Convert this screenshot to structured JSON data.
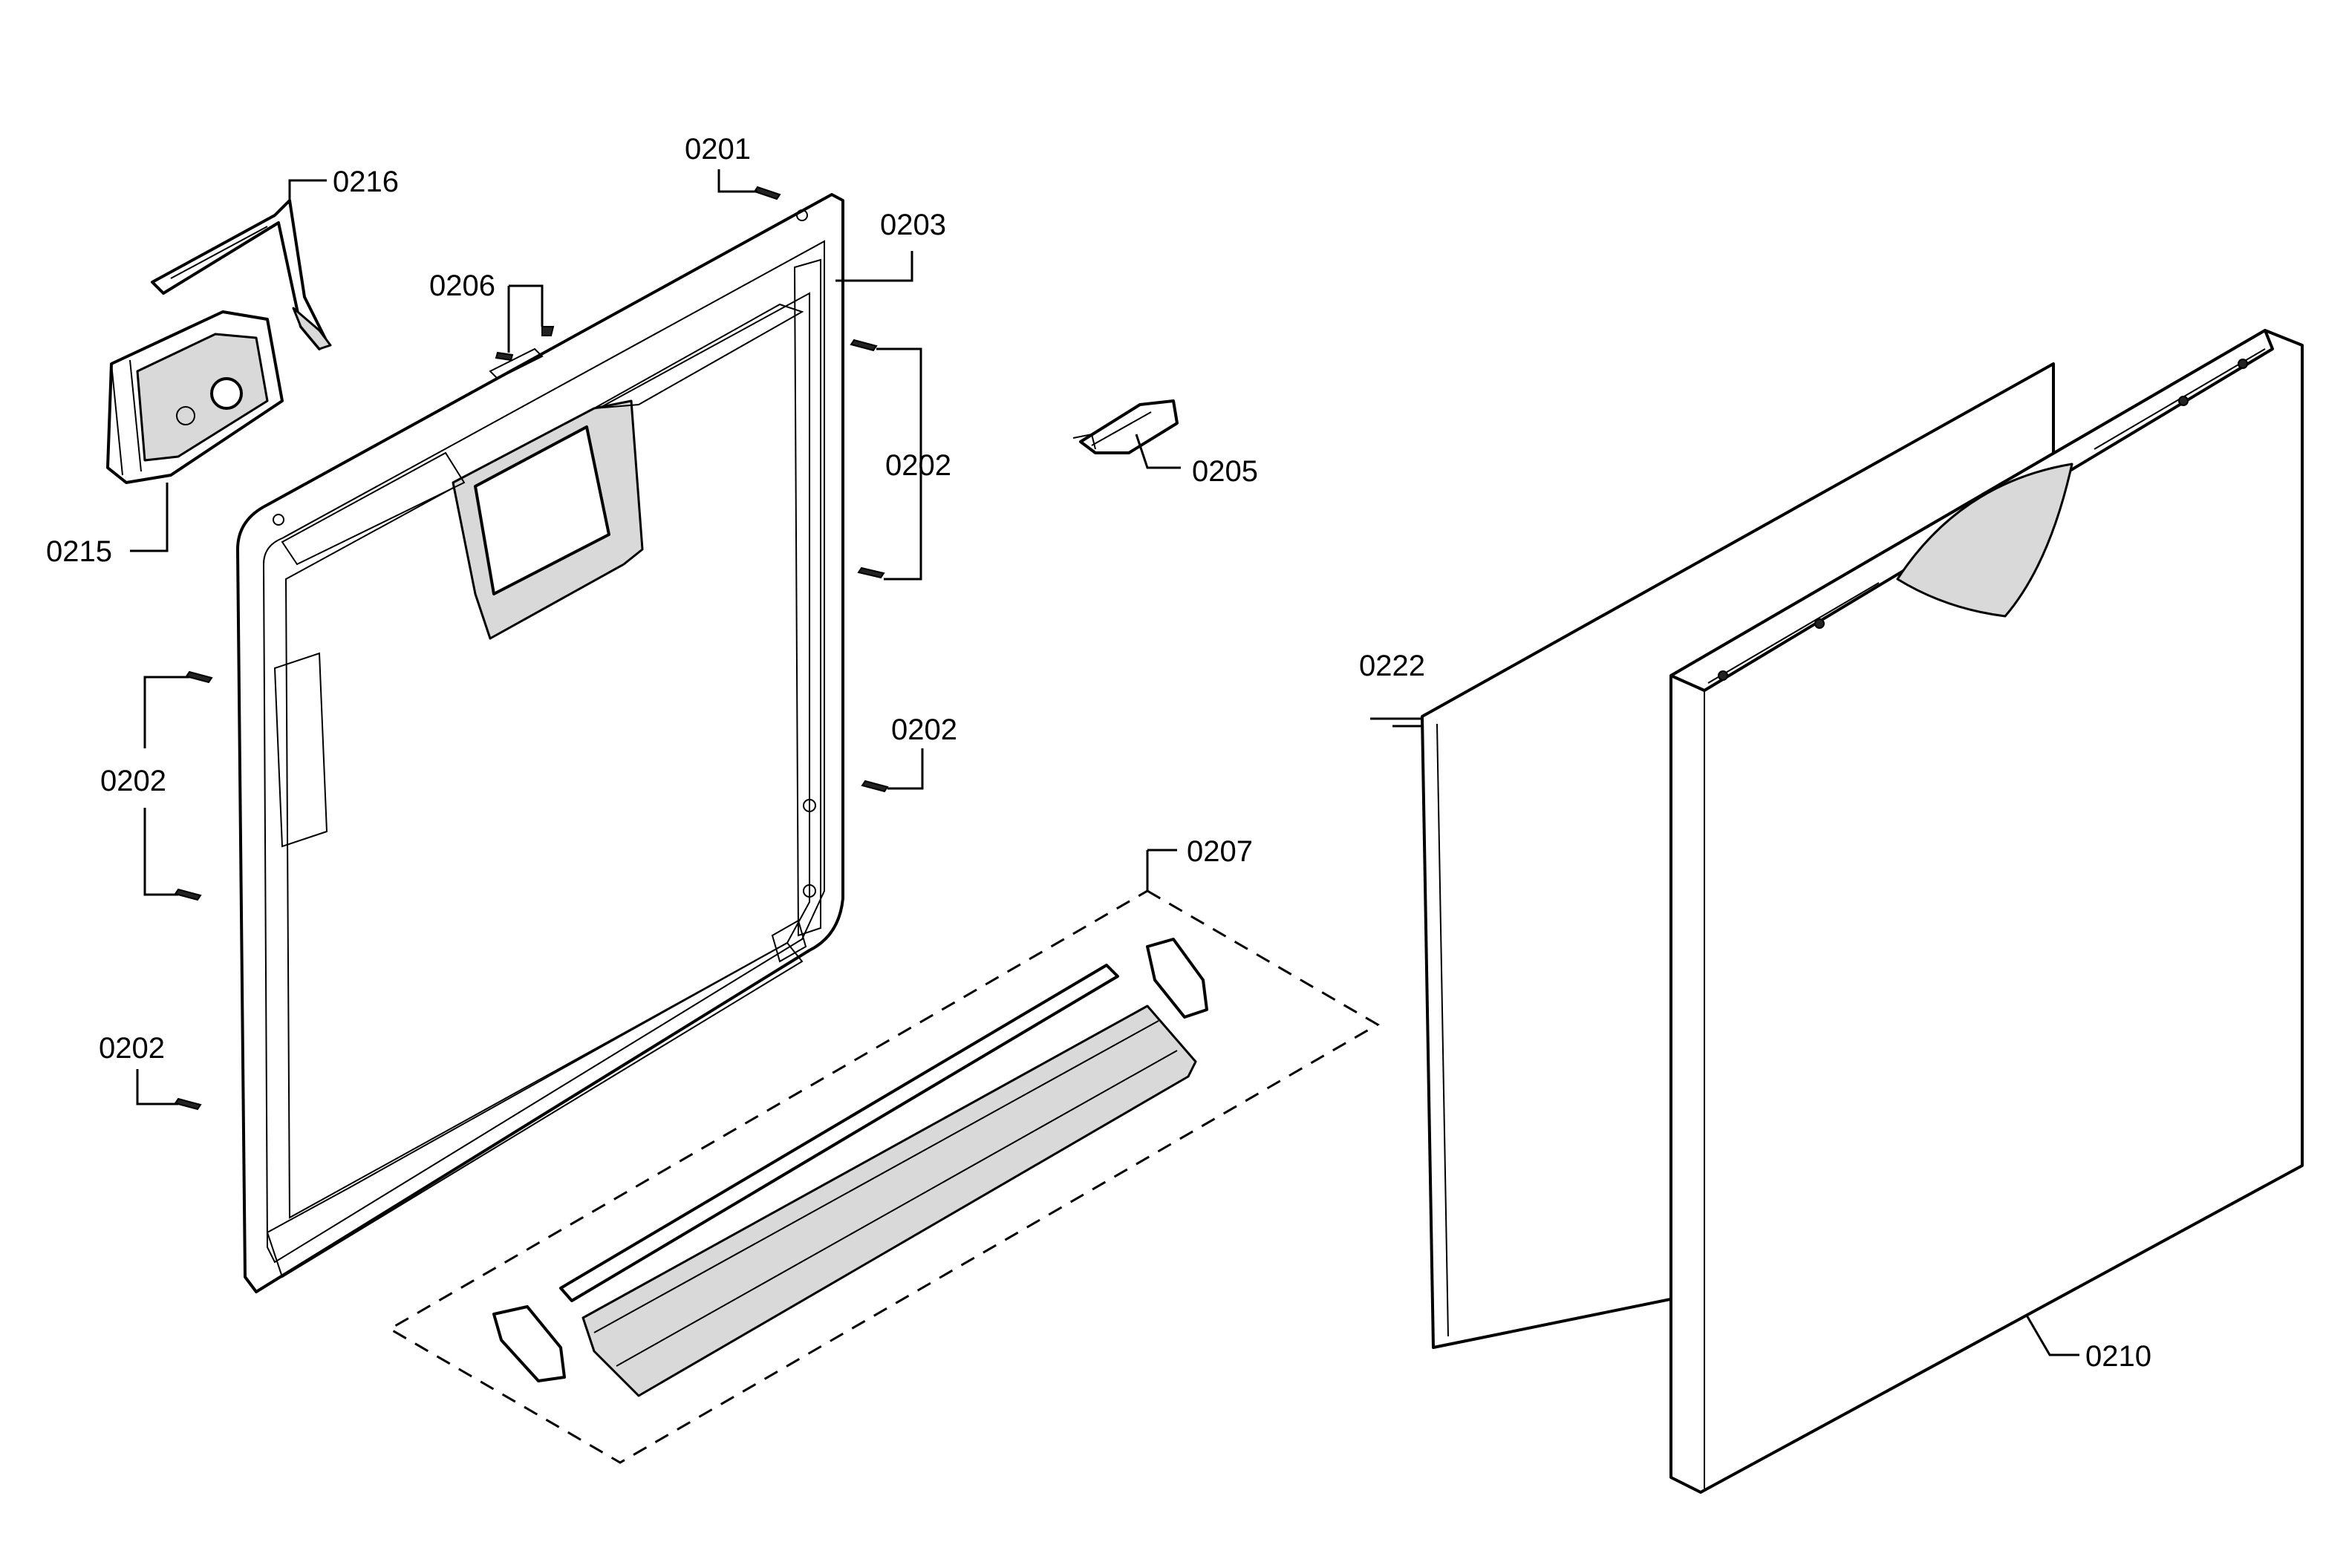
{
  "labels": {
    "p0201": "0201",
    "p0216": "0216",
    "p0203": "0203",
    "p0206": "0206",
    "p0202_right_top": "0202",
    "p0205": "0205",
    "p0215": "0215",
    "p0202_left_mid": "0202",
    "p0202_right_mid": "0202",
    "p0222": "0222",
    "p0207": "0207",
    "p0202_left_bottom": "0202",
    "p0210": "0210"
  },
  "colors": {
    "line": "#000000",
    "background": "#ffffff",
    "shade": "#d9d9d9"
  }
}
